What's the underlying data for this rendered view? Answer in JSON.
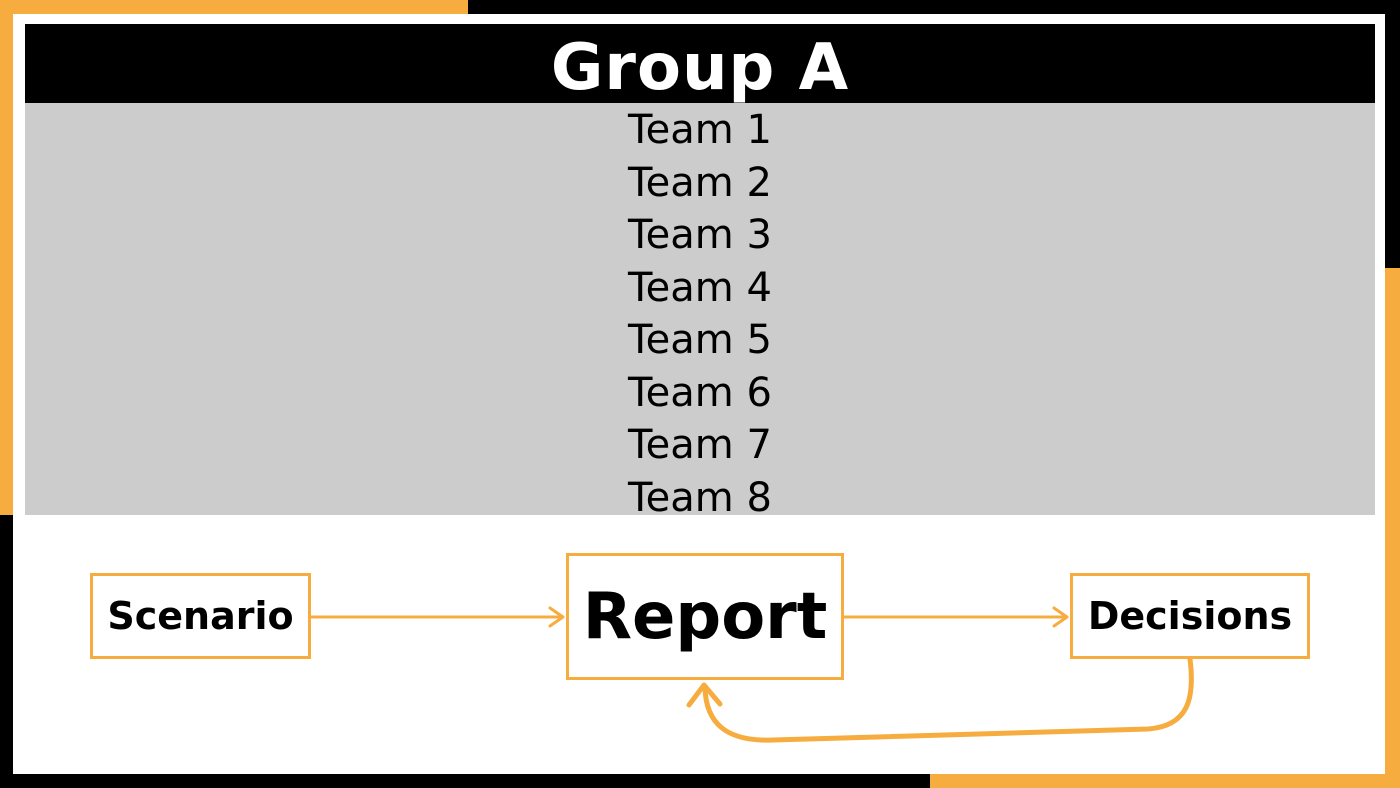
{
  "title": "Group A",
  "teams": [
    "Team 1",
    "Team 2",
    "Team 3",
    "Team 4",
    "Team 5",
    "Team 6",
    "Team 7",
    "Team 8"
  ],
  "flow": {
    "scenario": "Scenario",
    "report": "Report",
    "decisions": "Decisions"
  },
  "colors": {
    "accent": "#F7AC3F",
    "title_bar": "#000000",
    "team_panel": "#CCCCCC",
    "background": "#FFFFFF"
  }
}
